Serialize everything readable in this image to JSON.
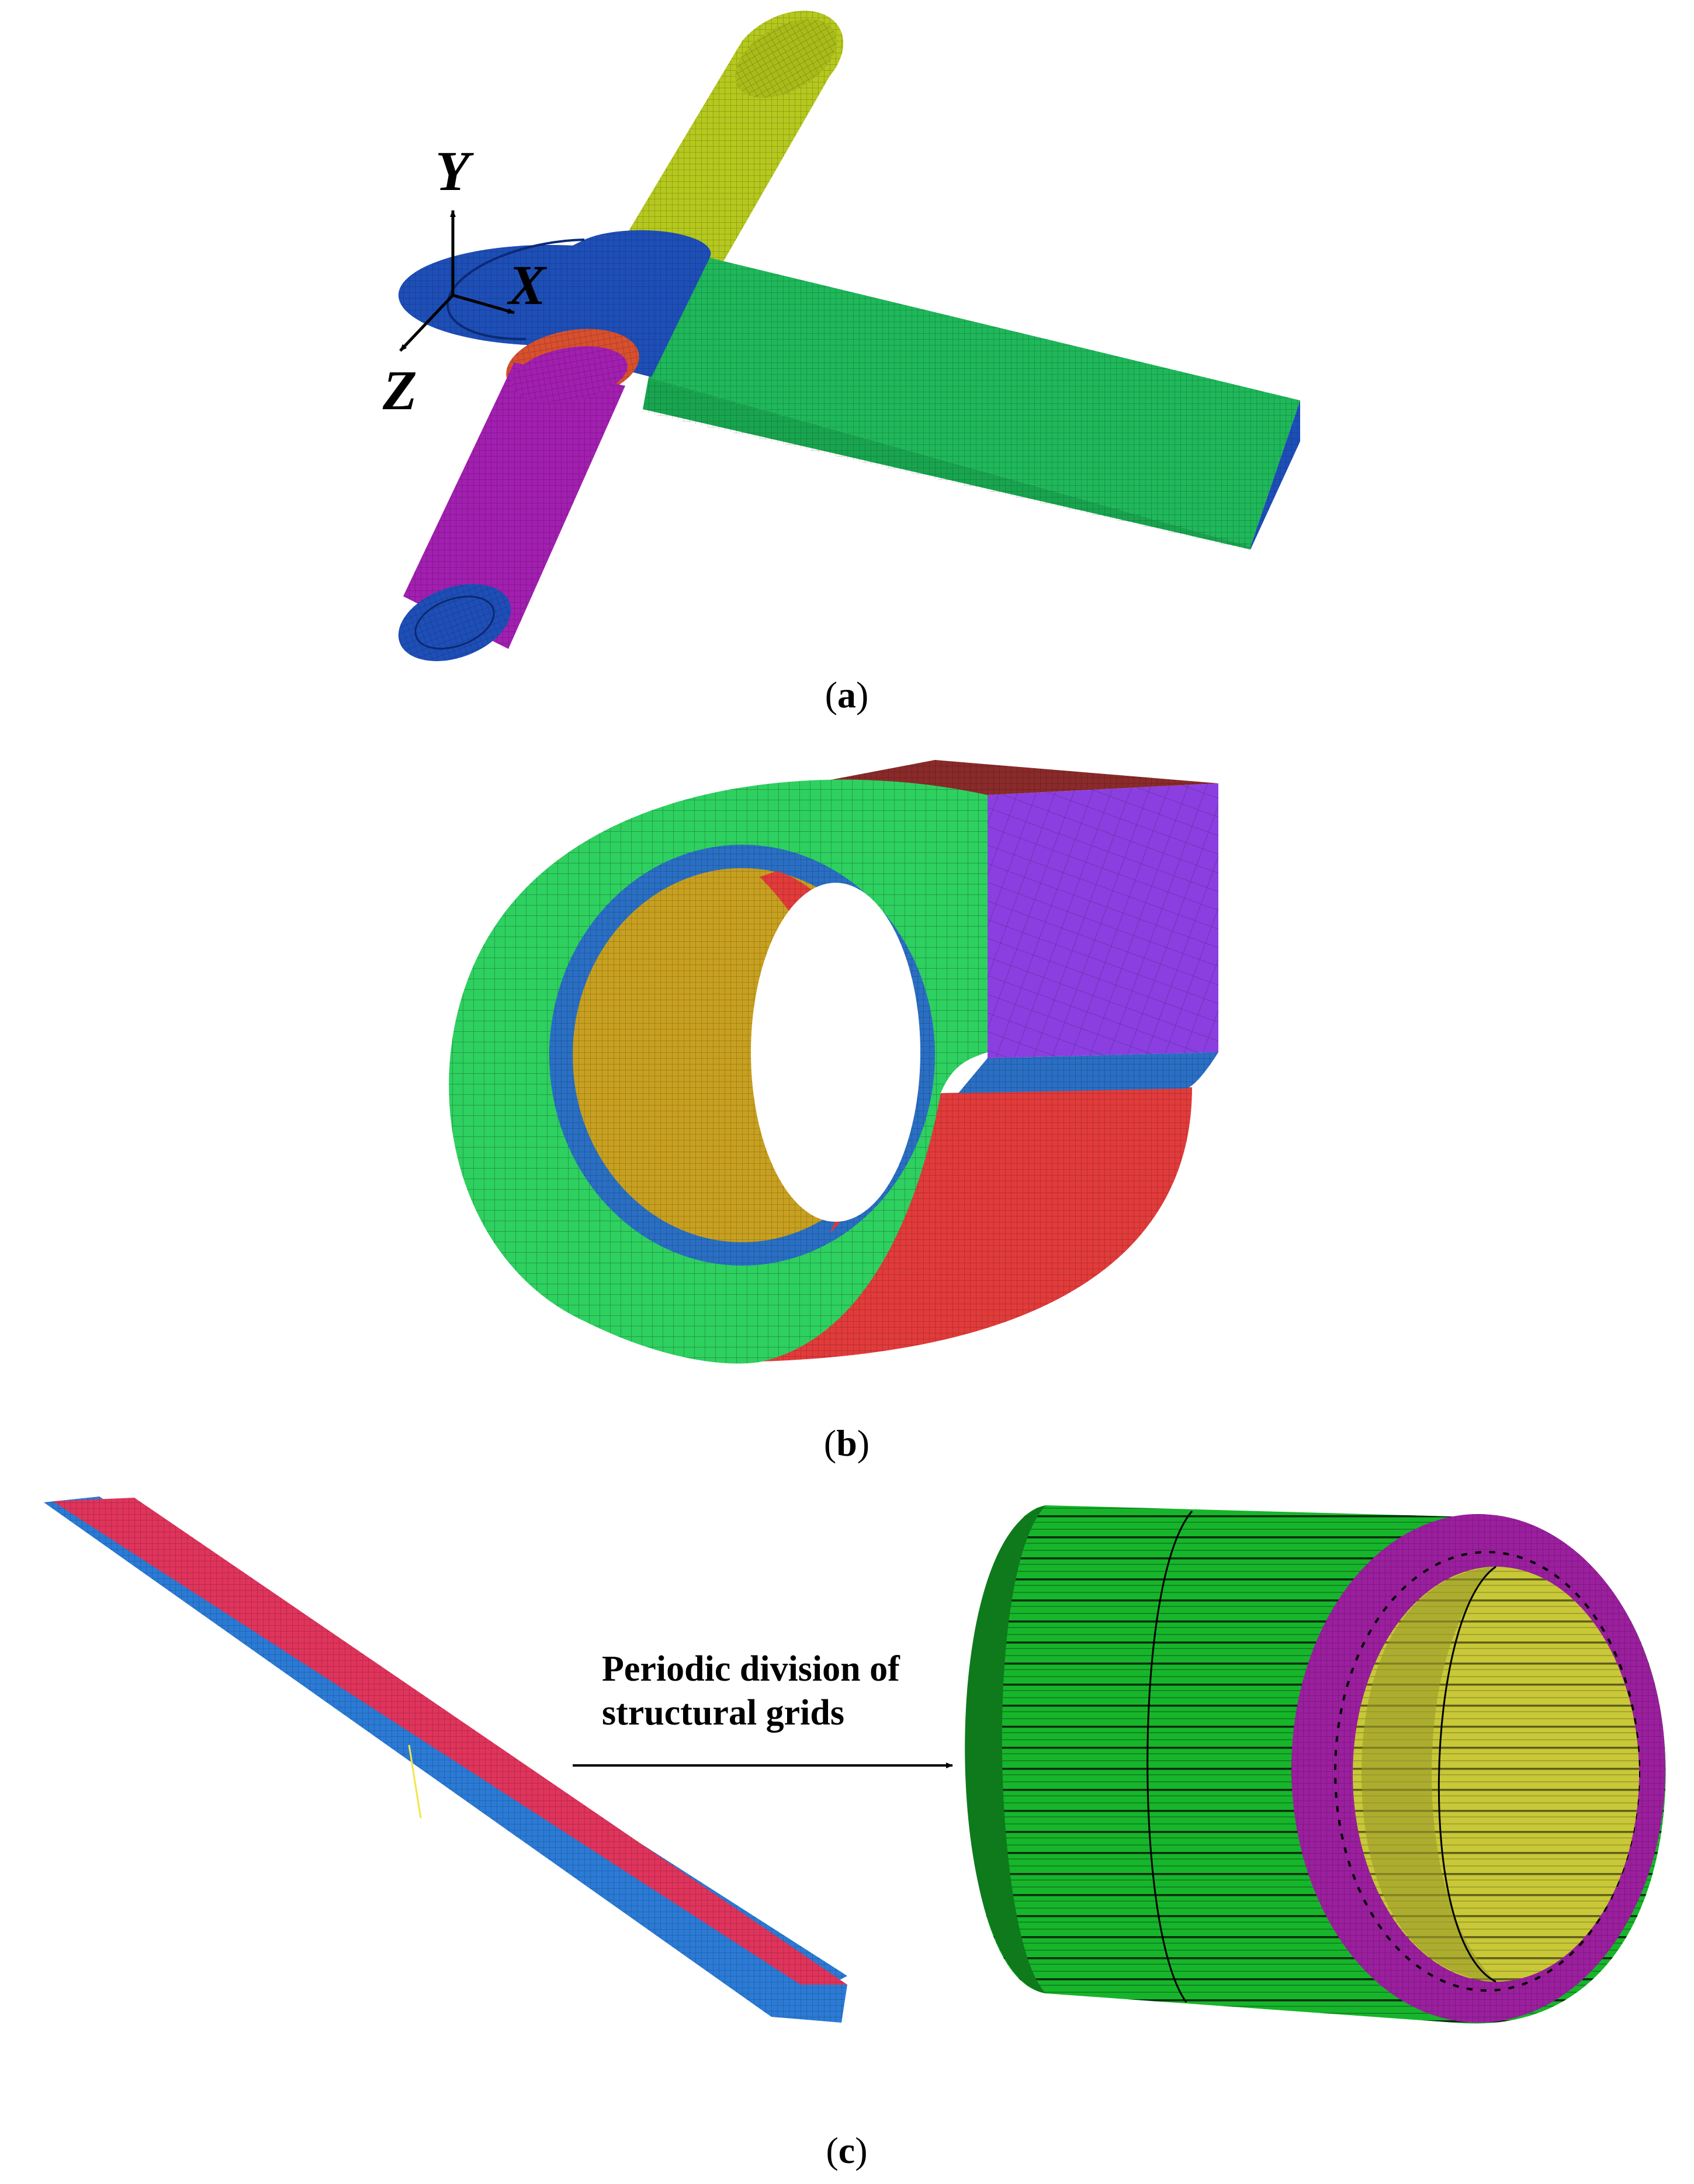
{
  "panels": {
    "a": {
      "caption_open": "(",
      "caption_letter": "a",
      "caption_close": ")",
      "axes": {
        "y": "Y",
        "x": "X",
        "z": "Z"
      }
    },
    "b": {
      "caption_open": "(",
      "caption_letter": "b",
      "caption_close": ")"
    },
    "c": {
      "caption_open": "(",
      "caption_letter": "c",
      "caption_close": ")",
      "annotation_line1": "Periodic division of",
      "annotation_line2": "structural grids"
    }
  },
  "colors": {
    "green": "#1fb85a",
    "blue": "#1e4fb8",
    "yellow_green": "#b5c81e",
    "purple": "#a21fb0",
    "orange_red": "#d8502e",
    "bright_green": "#2ed060",
    "violet": "#8b3fe0",
    "red": "#e23b3b",
    "teal_blue": "#2a6fc4",
    "gold": "#c8a020",
    "stripe_blue": "#2b7bd6",
    "stripe_red": "#e0345c",
    "cyl_green": "#17b52b",
    "cyl_magenta": "#9b1f9e",
    "cyl_yellow": "#c8c838"
  },
  "icons": {
    "arrow": "right-arrow-icon"
  }
}
